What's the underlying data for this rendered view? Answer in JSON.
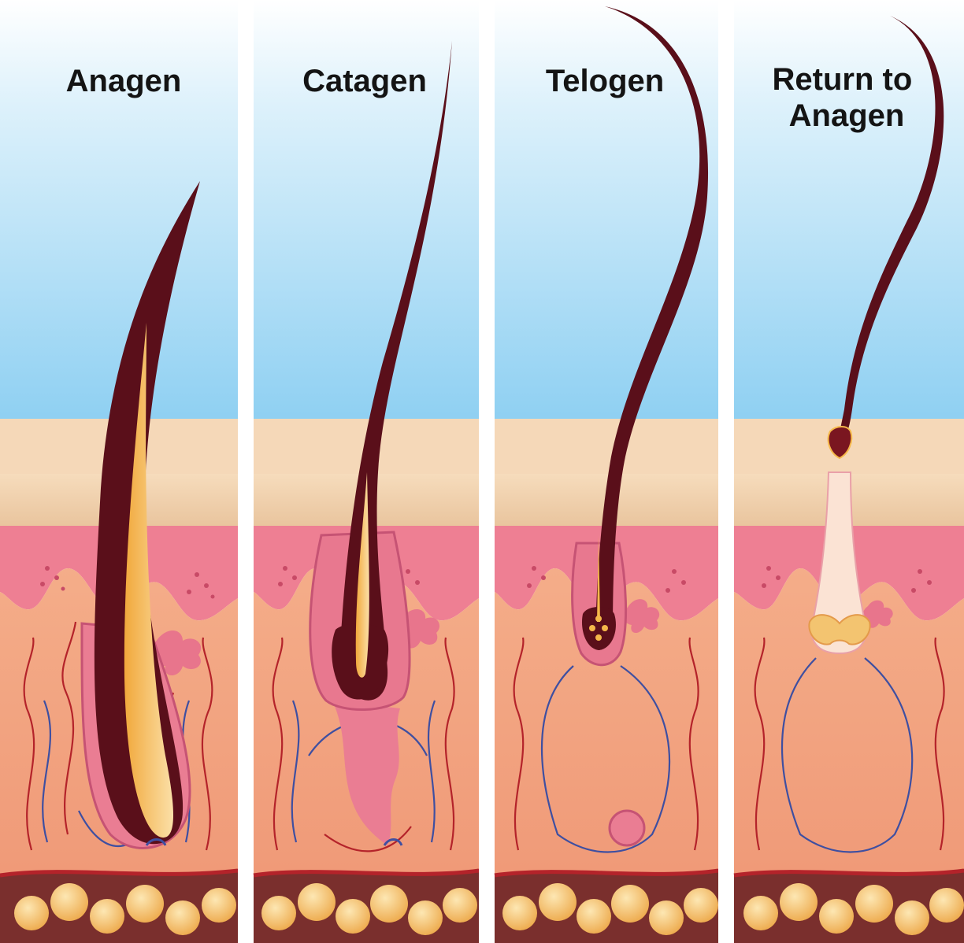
{
  "panels": [
    {
      "title_lines": [
        "Anagen"
      ]
    },
    {
      "title_lines": [
        "Catagen"
      ]
    },
    {
      "title_lines": [
        "Telogen"
      ]
    },
    {
      "title_lines": [
        "Return to",
        "Anagen"
      ]
    }
  ],
  "colors": {
    "sky_top": "#ffffff",
    "sky_bottom": "#8fd0f2",
    "epidermis": "#f5d8b8",
    "epidermis_base": "#e8c39b",
    "papillary_dermis": "#ee7f93",
    "dermis": "#f3a983",
    "hair": "#5a0f1a",
    "hair_core": "#f5b84a",
    "follicle_sheath": "#ea7d93",
    "capillary_red": "#b4232a",
    "capillary_blue": "#3e4fa1",
    "fat_cells": "#f6c267",
    "fat_layer": "#7a2f2d",
    "divider": "#ffffff"
  }
}
